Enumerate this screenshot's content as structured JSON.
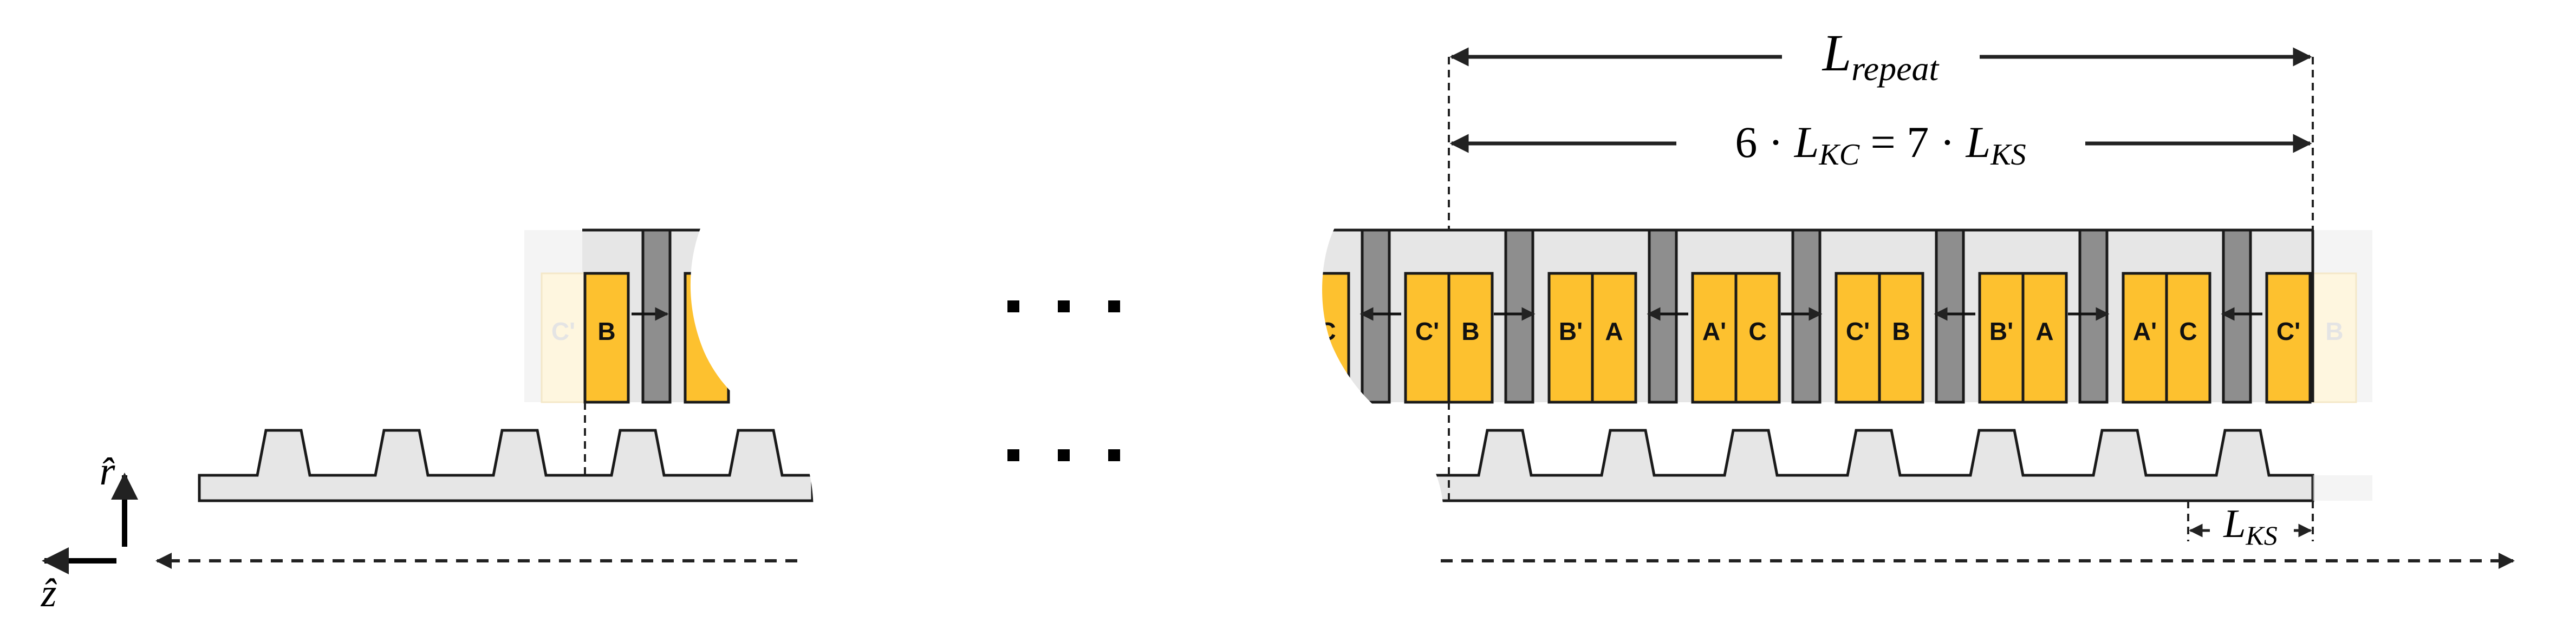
{
  "colors": {
    "coil": "#FDC12F",
    "coil_faded": "#FEF6DF",
    "band": "#E6E6E6",
    "separator": "#8E8E8E",
    "outline": "#1A1A1A"
  },
  "left_section": {
    "coil_labels": [
      "C'",
      "B"
    ]
  },
  "right_section": {
    "coil_labels": [
      "C",
      "C'",
      "B",
      "B'",
      "A",
      "A'",
      "C",
      "C'",
      "B",
      "B'",
      "A",
      "A'",
      "C",
      "C'",
      "B"
    ]
  },
  "ellipsis": {
    "top": "· · ·",
    "bottom": "· · ·"
  },
  "dimensions": {
    "repeat_symbol": "L",
    "repeat_subscript": "repeat",
    "equation_prefix": "6 · ",
    "equation_kc_symbol": "L",
    "equation_kc_subscript": "KC",
    "equation_middle": " = 7 · ",
    "equation_ks_symbol": "L",
    "equation_ks_subscript": "KS",
    "ks_symbol": "L",
    "ks_subscript": "KS"
  },
  "axes": {
    "r_label": "r̂",
    "z_label": "ẑ"
  }
}
